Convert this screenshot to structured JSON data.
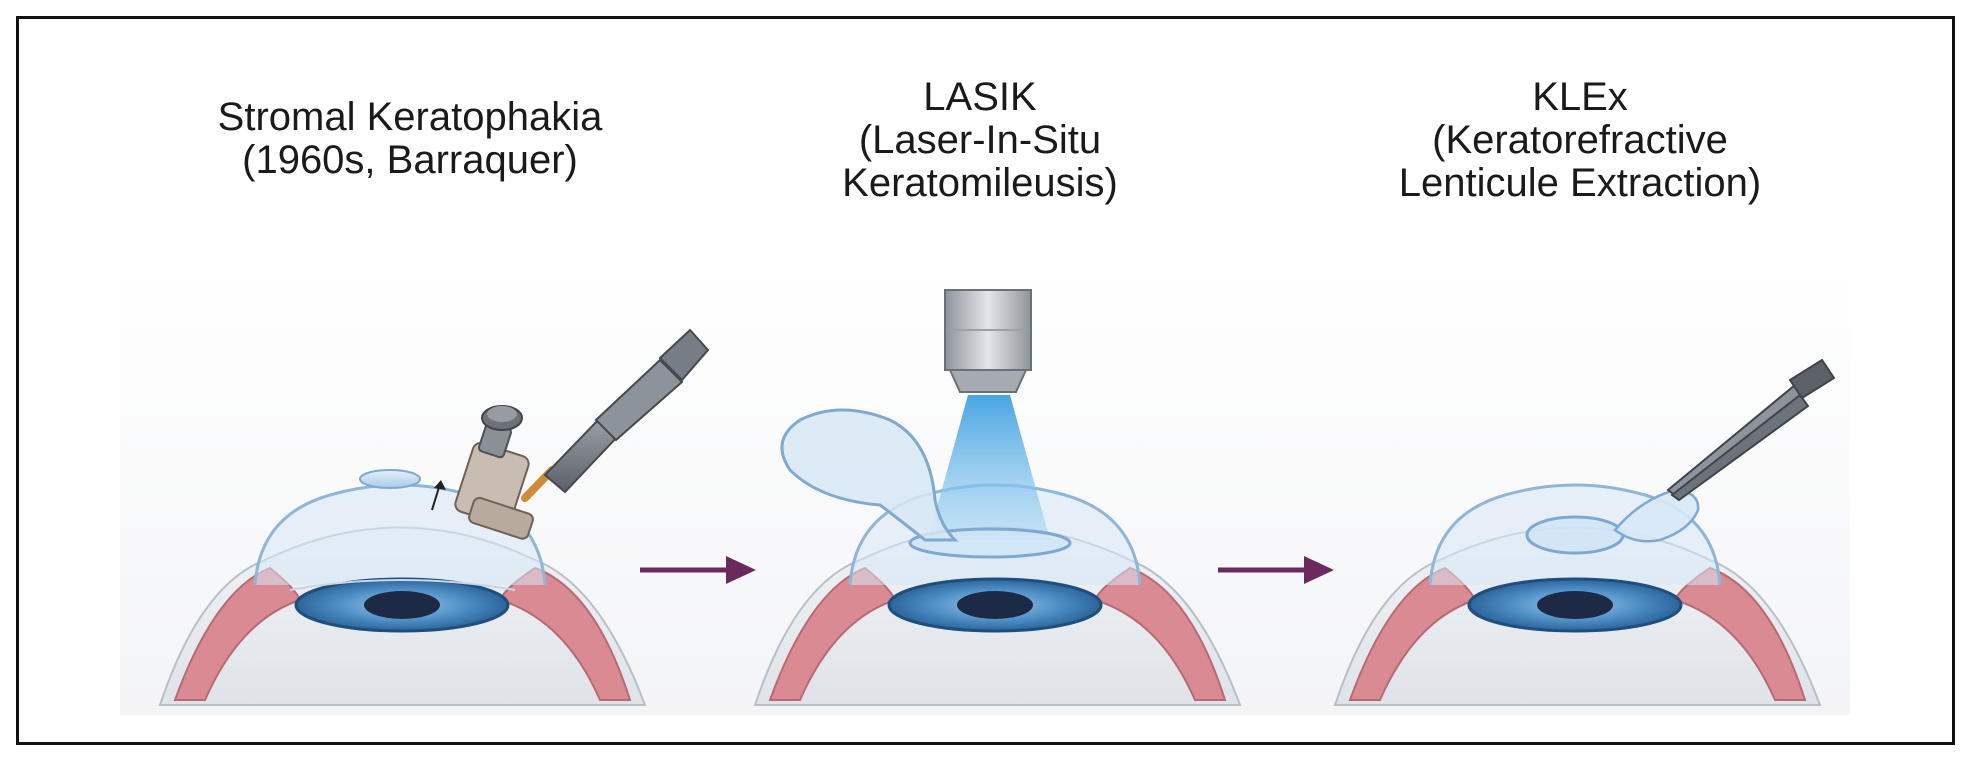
{
  "stages": [
    {
      "id": "stromal",
      "title_line1": "Stromal Keratophakia",
      "title_line2": "(1960s, Barraquer)",
      "title_line3": ""
    },
    {
      "id": "lasik",
      "title_line1": "LASIK",
      "title_line2": "(Laser-In-Situ",
      "title_line3": "Keratomileusis)"
    },
    {
      "id": "klex",
      "title_line1": "KLEx",
      "title_line2": "(Keratorefractive",
      "title_line3": "Lenticule Extraction)"
    }
  ],
  "colors": {
    "arrow": "#6b2a5e",
    "iris": "#3f7fb5",
    "pupil": "#1d2a45",
    "sclera_red": "#d98a92",
    "cornea": "#bcd7ee",
    "laser": "#6fb6e6",
    "border": "#111111"
  },
  "icons": [
    "microkeratome-icon",
    "handpiece-icon",
    "laser-objective-icon",
    "forceps-icon",
    "transition-arrow-icon"
  ]
}
